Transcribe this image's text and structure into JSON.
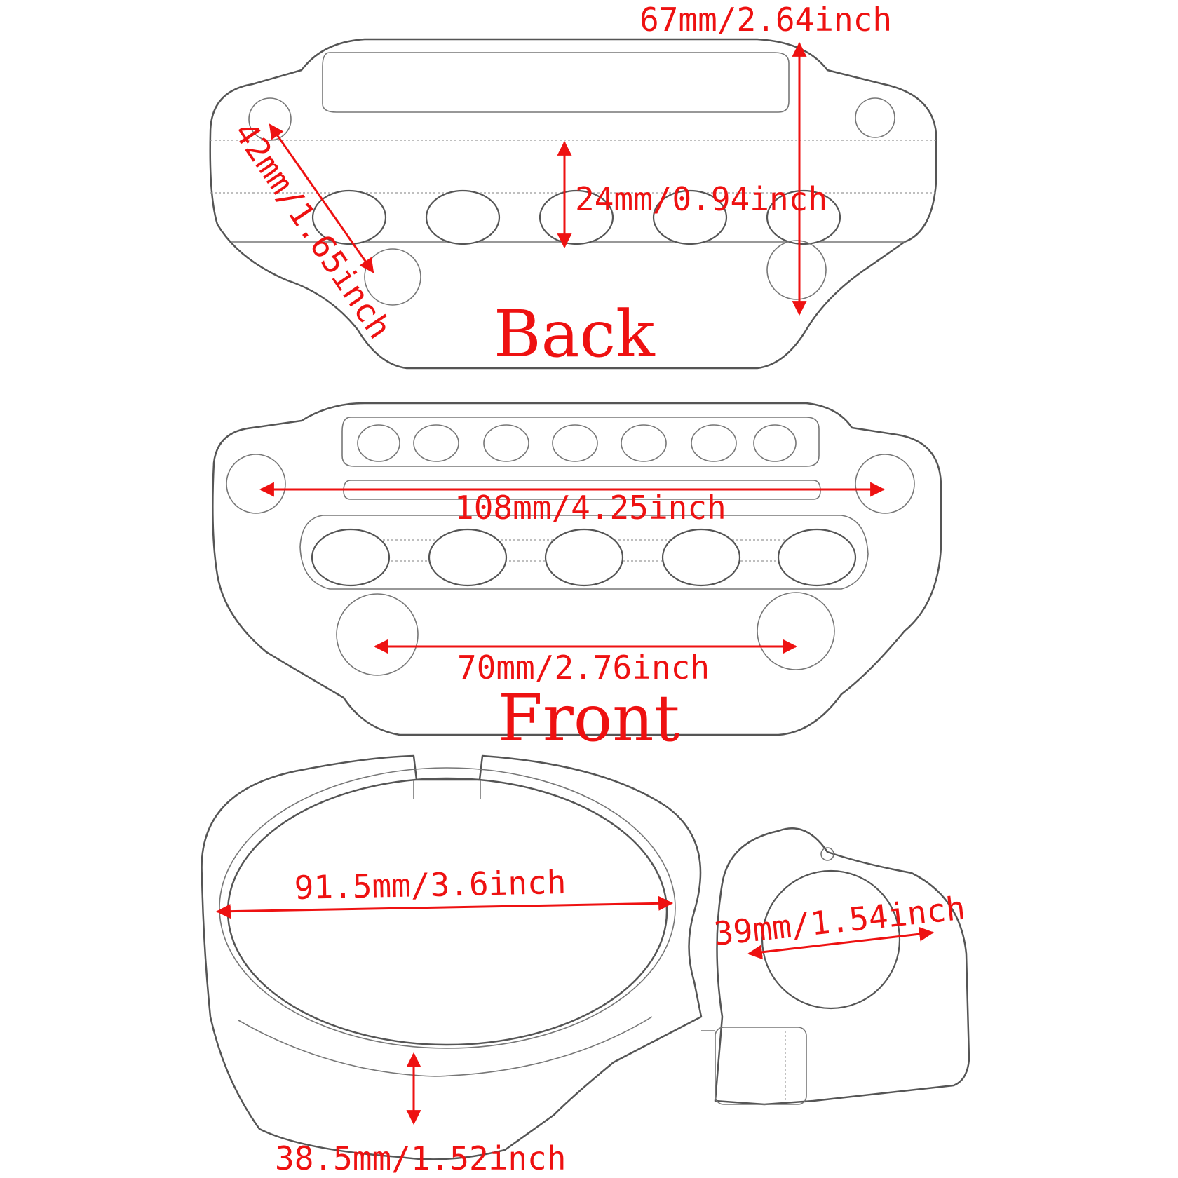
{
  "views": {
    "back": {
      "label": "Back"
    },
    "front": {
      "label": "Front"
    }
  },
  "dimensions": {
    "back_height": "67mm/2.64inch",
    "back_diagonal": "42mm/1.65inch",
    "back_slot": "24mm/0.94inch",
    "front_width": "108mm/4.25inch",
    "front_bottom": "70mm/2.76inch",
    "ring_diameter": "91.5mm/3.6inch",
    "clamp_diameter": "39mm/1.54inch",
    "ring_depth": "38.5mm/1.52inch"
  },
  "colors": {
    "annotation": "#ee1111",
    "line": "#555555"
  }
}
